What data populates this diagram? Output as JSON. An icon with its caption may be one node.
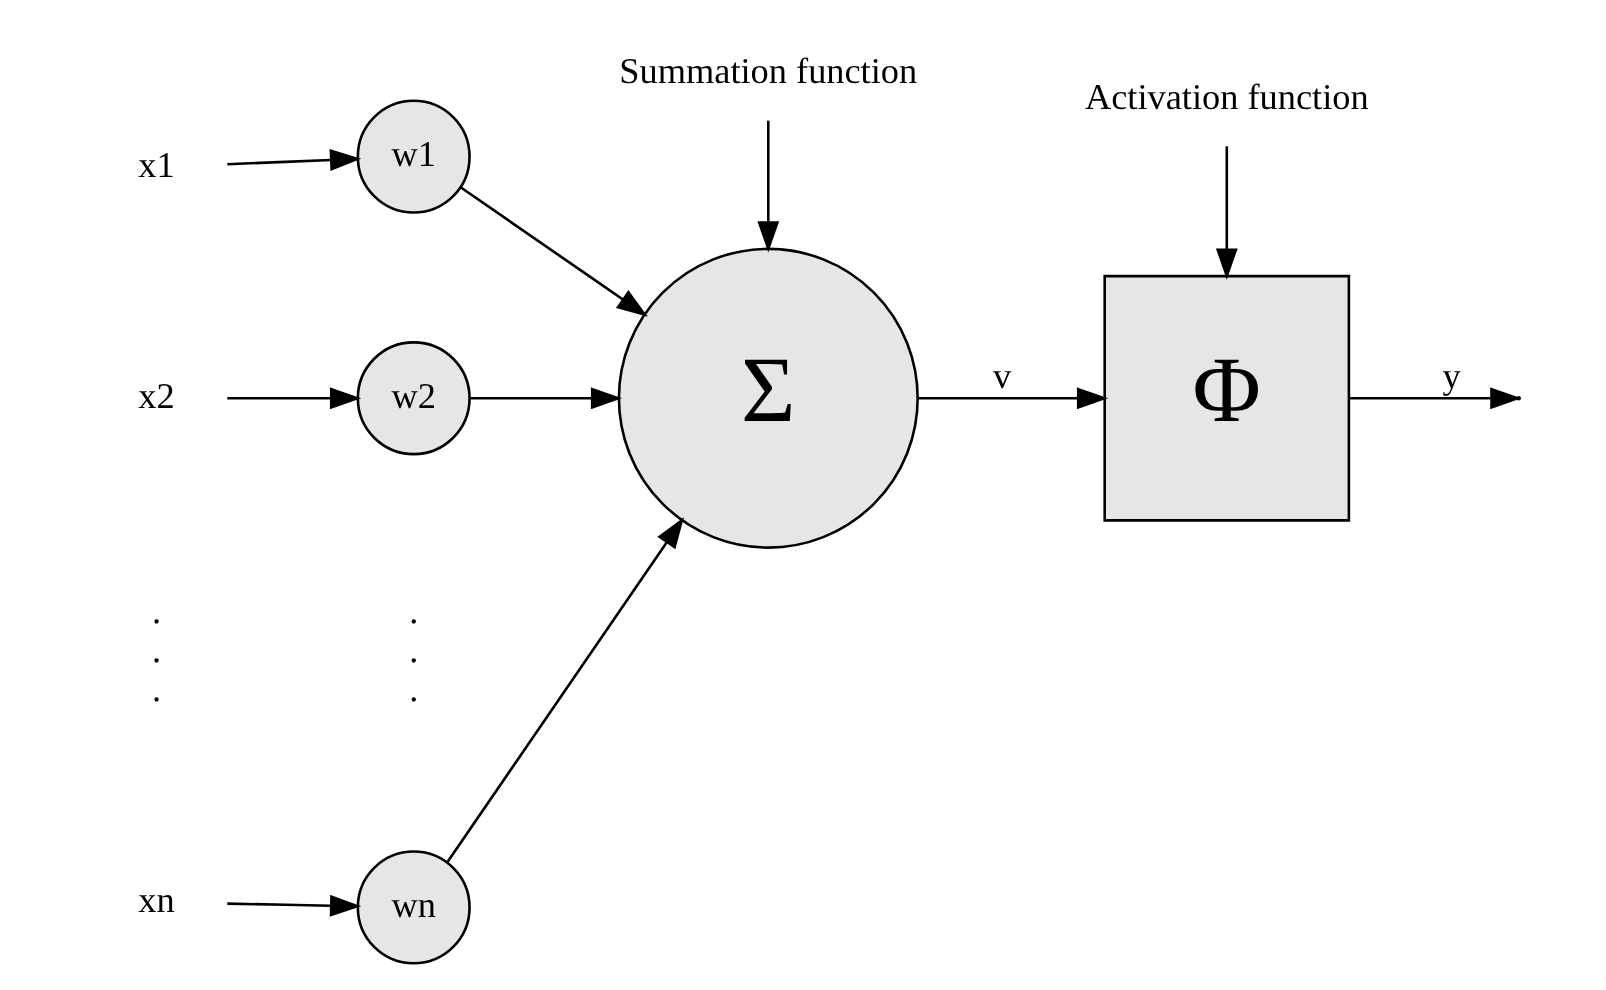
{
  "diagram": {
    "nodes": [
      {
        "text": [
          "x1"
        ]
      },
      {
        "text": [
          "w1"
        ]
      },
      {
        "text": [
          "x2"
        ]
      },
      {
        "text": [
          "w2"
        ]
      },
      {
        "text": [
          "xn"
        ]
      },
      {
        "text": [
          "wn"
        ]
      },
      {
        "text": [
          "Σ"
        ]
      },
      {
        "text": [
          "Φ"
        ]
      },
      {
        "text": [
          "Summation function"
        ]
      },
      {
        "text": [
          "Activation function"
        ]
      }
    ],
    "edges": [
      {
        "from": 0,
        "to": 1,
        "arrow": "to"
      },
      {
        "from": 2,
        "to": 3,
        "arrow": "to"
      },
      {
        "from": 4,
        "to": 5,
        "arrow": "to"
      },
      {
        "from": 1,
        "to": 6,
        "arrow": "to"
      },
      {
        "from": 3,
        "to": 6,
        "arrow": "to"
      },
      {
        "from": 5,
        "to": 6,
        "arrow": "to"
      },
      {
        "from": 6,
        "to": 7,
        "arrow": "to",
        "label": "v"
      },
      {
        "from": 7,
        "to": null,
        "arrow": "to",
        "label": "y"
      },
      {
        "from": 8,
        "to": 6,
        "arrow": "to"
      },
      {
        "from": 9,
        "to": 7,
        "arrow": "to"
      }
    ],
    "labels": [
      ". . .",
      ". . ."
    ]
  }
}
